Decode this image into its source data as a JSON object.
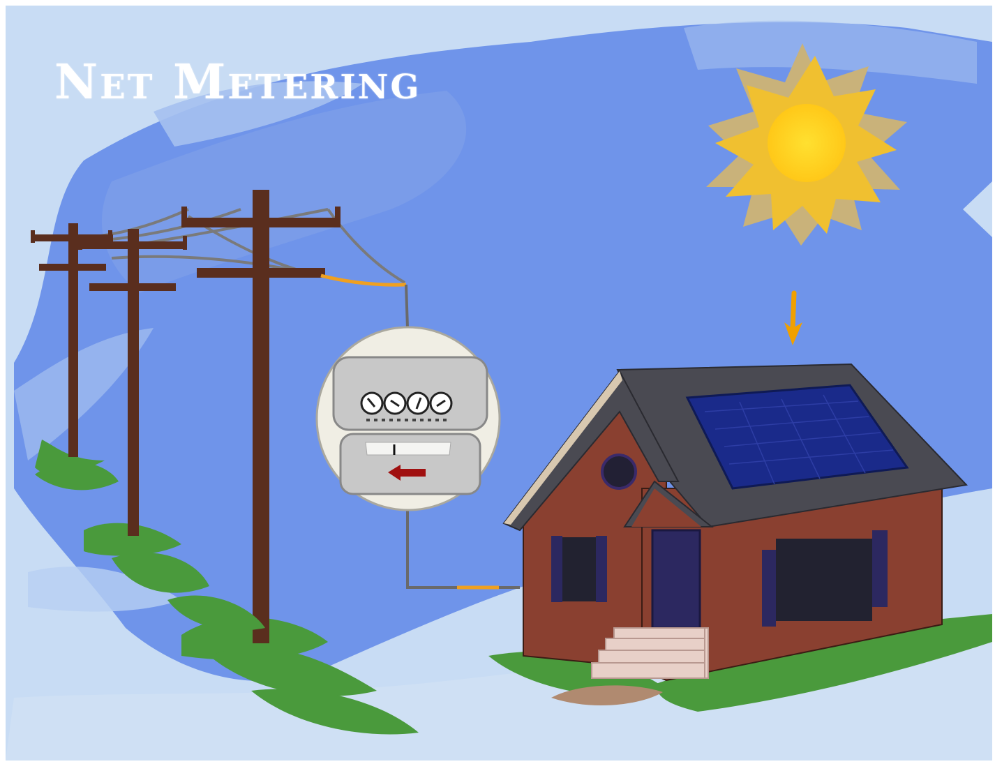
{
  "diagram": {
    "title": "Net Metering",
    "components": [
      {
        "id": "utility-poles",
        "label": ""
      },
      {
        "id": "electric-meter",
        "label": ""
      },
      {
        "id": "house",
        "label": ""
      },
      {
        "id": "solar-panel",
        "label": ""
      },
      {
        "id": "sun",
        "label": ""
      }
    ],
    "connections": [
      {
        "from": "utility-poles",
        "to": "electric-meter"
      },
      {
        "from": "electric-meter",
        "to": "house"
      },
      {
        "from": "sun",
        "to": "solar-panel"
      }
    ],
    "meter": {
      "direction": "reverse"
    },
    "colors": {
      "sky": "#6f94ea",
      "sky_light": "#c8dcf4",
      "pole": "#5a2e1e",
      "grass": "#4a9a3c",
      "house_wall": "#8a4030",
      "roof": "#4a4a52",
      "solar_panel": "#1a2a8a",
      "sun_core": "#ffd820",
      "sun_rays": "#f0c030",
      "arrow": "#f0a000",
      "meter_arrow": "#a01010",
      "wire_accent": "#f0a020"
    }
  }
}
